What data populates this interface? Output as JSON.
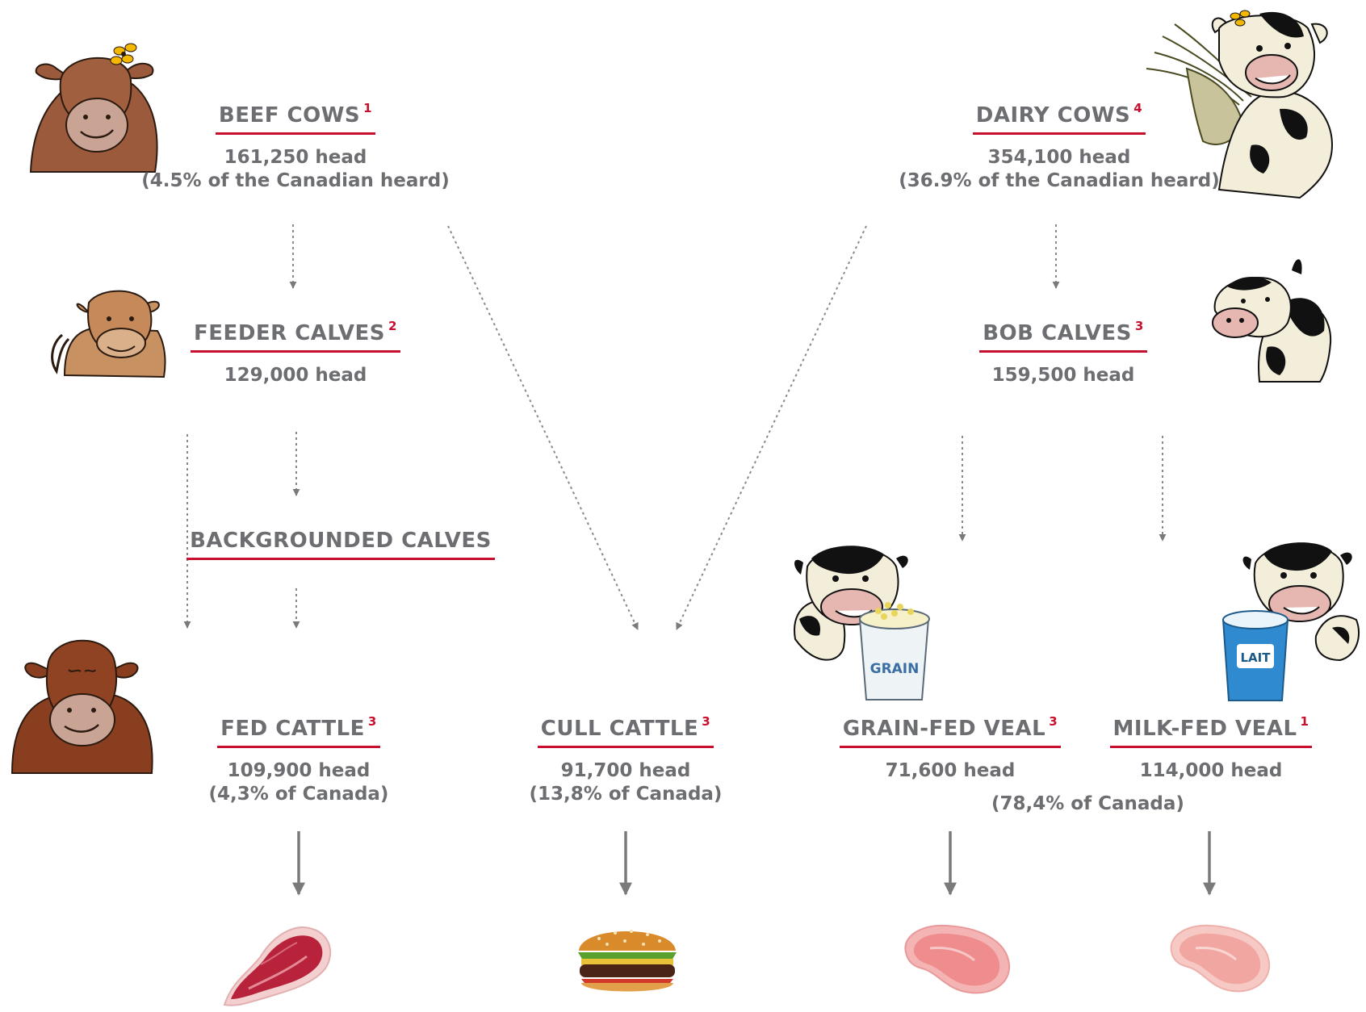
{
  "nodes": {
    "beef_cows": {
      "title": "BEEF COWS",
      "ref": "1",
      "lines": [
        "161,250 head",
        "(4.5% of the Canadian heard)"
      ]
    },
    "dairy_cows": {
      "title": "DAIRY COWS",
      "ref": "4",
      "lines": [
        "354,100 head",
        "(36.9% of the Canadian heard)"
      ]
    },
    "feeder_calves": {
      "title": "FEEDER CALVES",
      "ref": "2",
      "lines": [
        "129,000 head"
      ]
    },
    "bob_calves": {
      "title": "BOB CALVES",
      "ref": "3",
      "lines": [
        "159,500 head"
      ]
    },
    "backgrounded_calves": {
      "title": "BACKGROUNDED CALVES"
    },
    "fed_cattle": {
      "title": "FED CATTLE",
      "ref": "3",
      "lines": [
        "109,900 head",
        "(4,3% of Canada)"
      ]
    },
    "cull_cattle": {
      "title": "CULL CATTLE",
      "ref": "3",
      "lines": [
        "91,700 head",
        "(13,8% of Canada)"
      ]
    },
    "grain_fed_veal": {
      "title": "GRAIN-FED VEAL",
      "ref": "3",
      "lines": [
        "71,600 head"
      ]
    },
    "milk_fed_veal": {
      "title": "MILK-FED VEAL",
      "ref": "1",
      "lines": [
        "114,000 head"
      ]
    }
  },
  "veal_share_note": "(78,4% of Canada)",
  "pail_labels": {
    "grain": "GRAIN",
    "milk": "LAIT"
  },
  "colors": {
    "text": "#6d6e71",
    "accent": "#c8102e",
    "arrow": "#7a7a7a"
  },
  "icons": [
    "brown-cow-icon",
    "dairy-cow-icon",
    "brown-calf-icon",
    "dairy-calf-icon",
    "brown-bull-icon",
    "grain-pail-cow-icon",
    "milk-pail-cow-icon",
    "steak-icon",
    "burger-icon",
    "veal-cutlet-icon"
  ]
}
